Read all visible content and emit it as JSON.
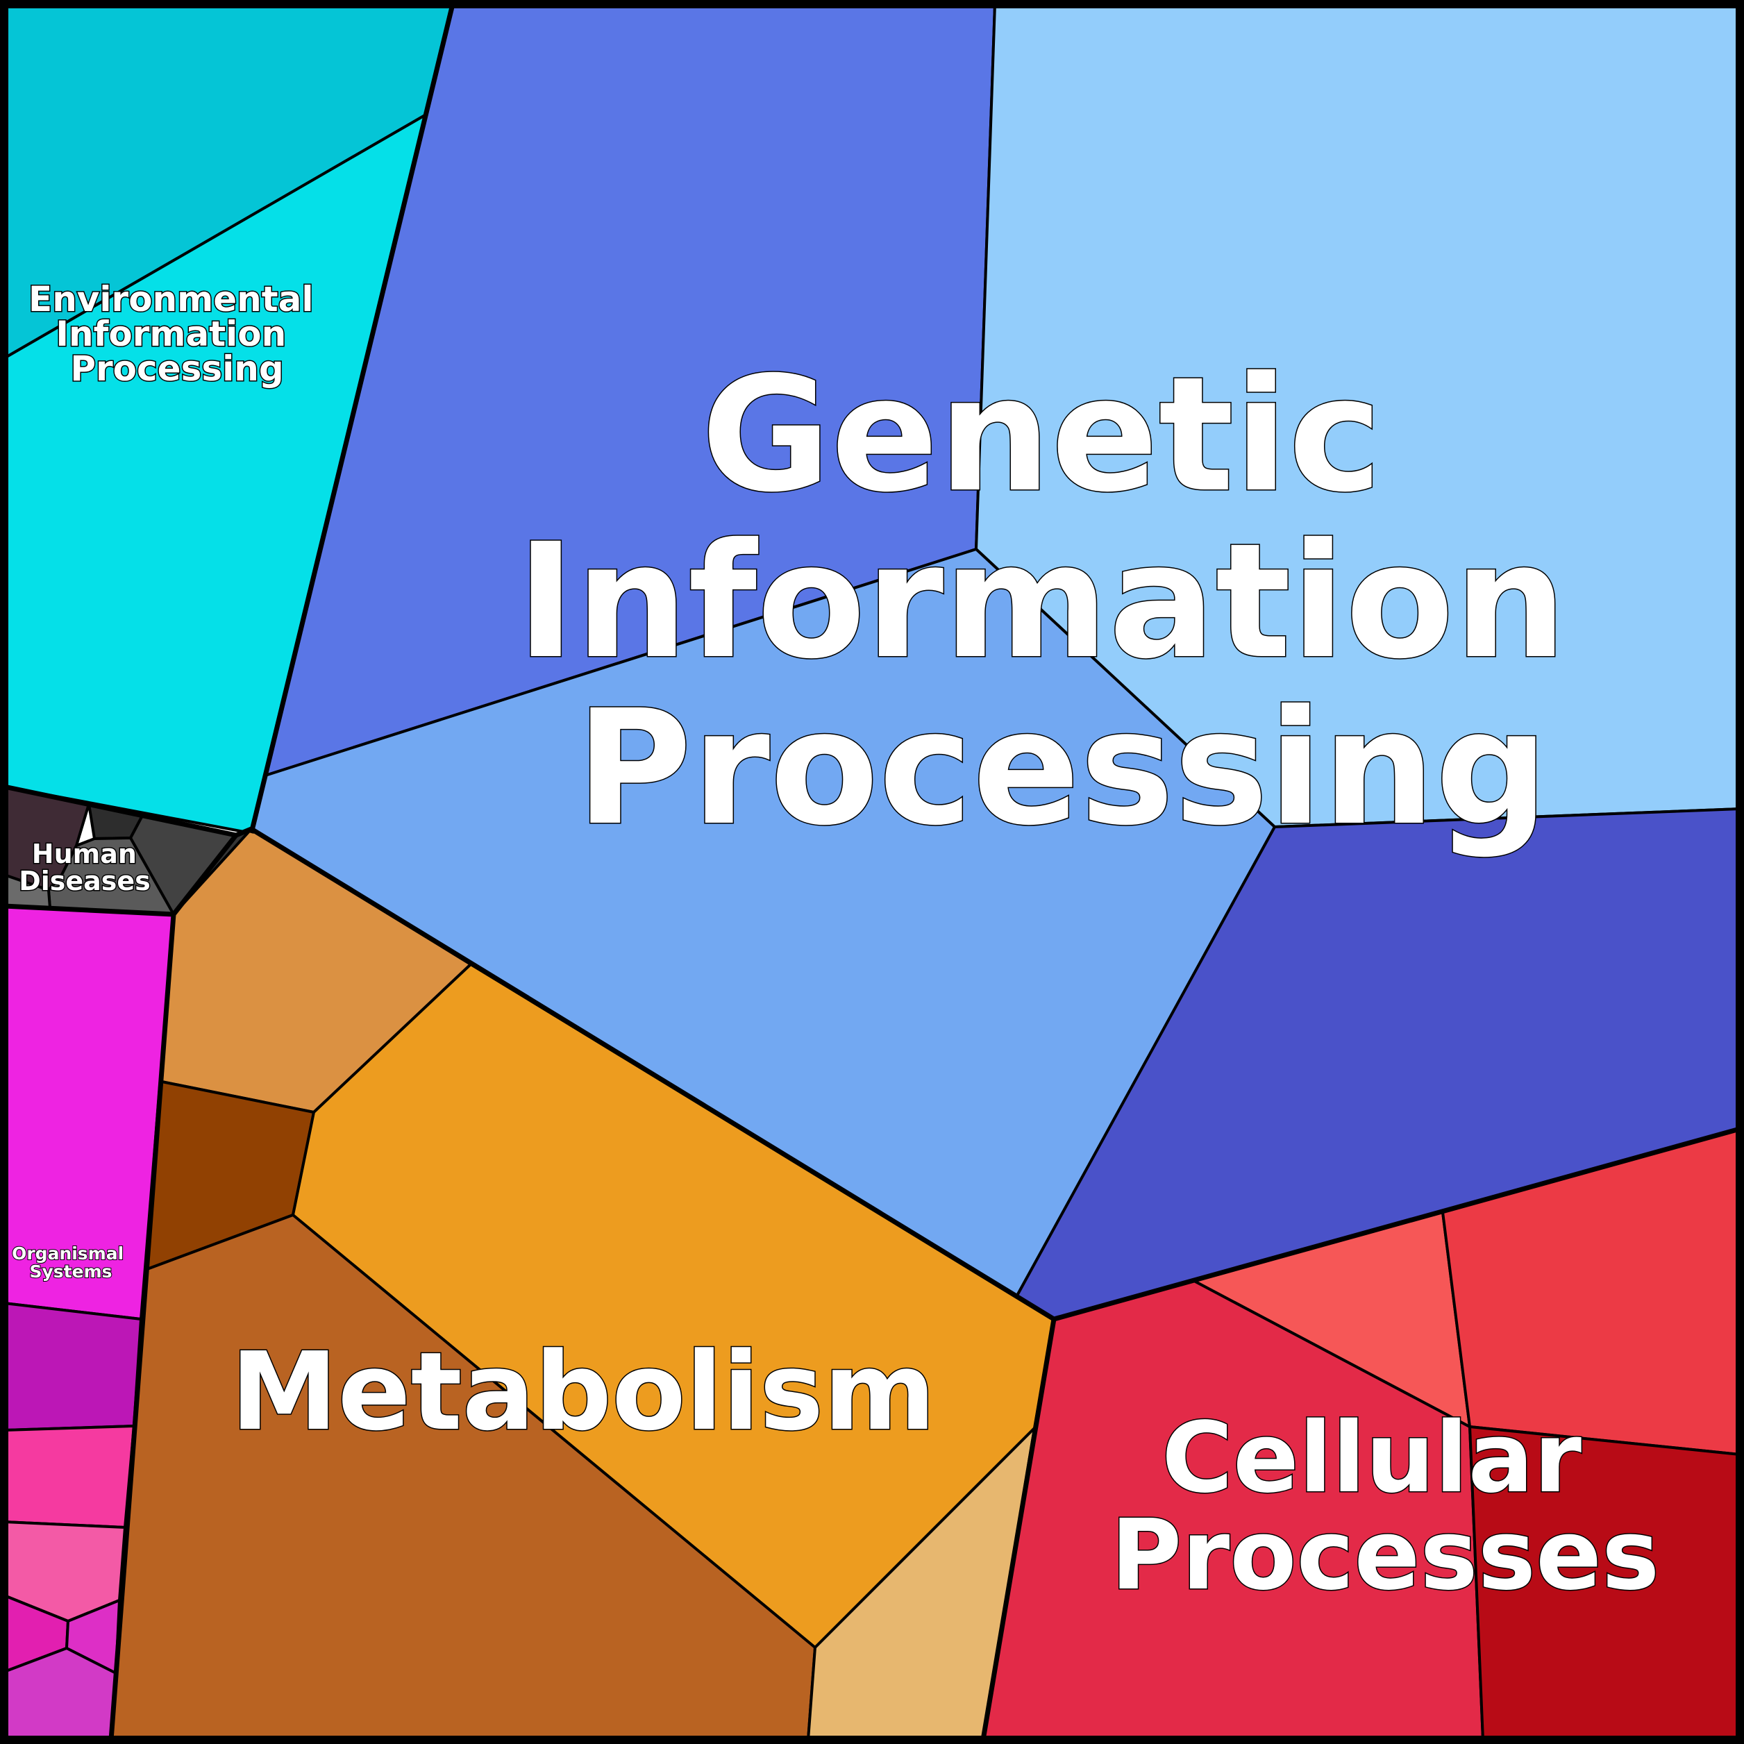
{
  "treemap": {
    "groups": [
      {
        "id": "genetic",
        "label_lines": [
          "Genetic",
          "Information",
          "Processing"
        ],
        "colors": [
          "#5a76e6",
          "#93cdfb",
          "#72a8f2",
          "#4a52c9"
        ]
      },
      {
        "id": "environmental",
        "label_lines": [
          "Environmental",
          "Information",
          "Processing"
        ],
        "colors": [
          "#05c5d6",
          "#05e0e8"
        ]
      },
      {
        "id": "human-diseases",
        "label_lines": [
          "Human",
          "Diseases"
        ],
        "colors": [
          "#3f2b35",
          "#2d2d2d",
          "#424242",
          "#5a5a5a",
          "#6b6b6b",
          "#353535"
        ]
      },
      {
        "id": "organismal",
        "label_lines": [
          "Organismal",
          "Systems"
        ],
        "colors": [
          "#ee23e2",
          "#bc17b6",
          "#f53aa0",
          "#f35aa6",
          "#e21fb0",
          "#dd2fc6",
          "#d23ac6"
        ]
      },
      {
        "id": "metabolism",
        "label_lines": [
          "Metabolism"
        ],
        "colors": [
          "#db9142",
          "#914102",
          "#ed9c1f",
          "#b96322",
          "#e7b76f"
        ]
      },
      {
        "id": "cellular",
        "label_lines": [
          "Cellular",
          "Processes"
        ],
        "colors": [
          "#e32a48",
          "#f65757",
          "#ec3a45",
          "#b80b16"
        ]
      }
    ]
  }
}
